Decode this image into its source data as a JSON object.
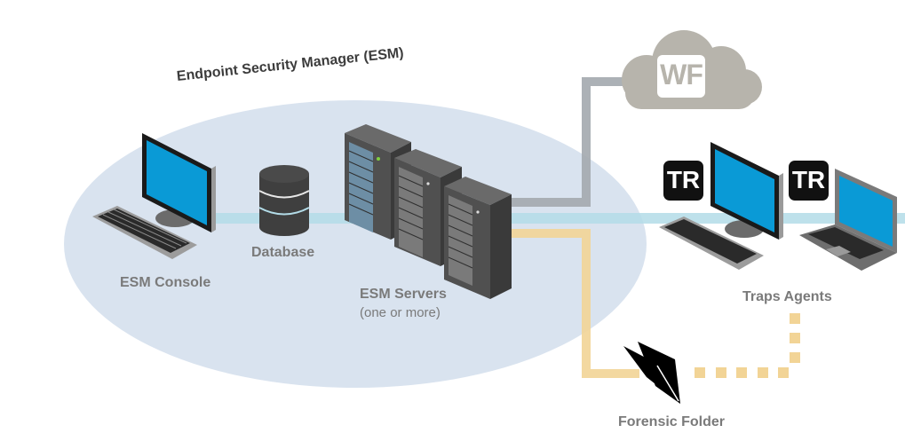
{
  "diagram": {
    "title": "Endpoint Security Manager (ESM)",
    "components": {
      "esm_console": {
        "label": "ESM Console"
      },
      "database": {
        "label": "Database"
      },
      "esm_servers": {
        "label": "ESM Servers",
        "sublabel": "(one or more)"
      },
      "wildfire": {
        "badge": "WF"
      },
      "traps_agents": {
        "label": "Traps Agents",
        "badge": "TR"
      },
      "forensic_folder": {
        "label": "Forensic Folder"
      }
    },
    "colors": {
      "esm_zone": "#d9e3ef",
      "network_line": "#b3dce8",
      "cloud_line": "#a3a8ae",
      "forensic_line": "#f2d496",
      "cloud": "#b7b4ac",
      "screen": "#0a9ad6",
      "server": "#4a4a4a"
    },
    "connections": [
      {
        "from": "ESM Console",
        "to": "Database",
        "style": "solid",
        "color": "network_line"
      },
      {
        "from": "Database",
        "to": "ESM Servers",
        "style": "solid",
        "color": "network_line"
      },
      {
        "from": "ESM Servers",
        "to": "Traps Agents",
        "style": "solid",
        "color": "network_line"
      },
      {
        "from": "ESM Servers",
        "to": "WildFire",
        "style": "solid",
        "color": "cloud_line"
      },
      {
        "from": "ESM Servers",
        "to": "Forensic Folder",
        "style": "solid",
        "color": "forensic_line"
      },
      {
        "from": "Traps Agents",
        "to": "Forensic Folder",
        "style": "dotted",
        "color": "forensic_line"
      }
    ]
  }
}
